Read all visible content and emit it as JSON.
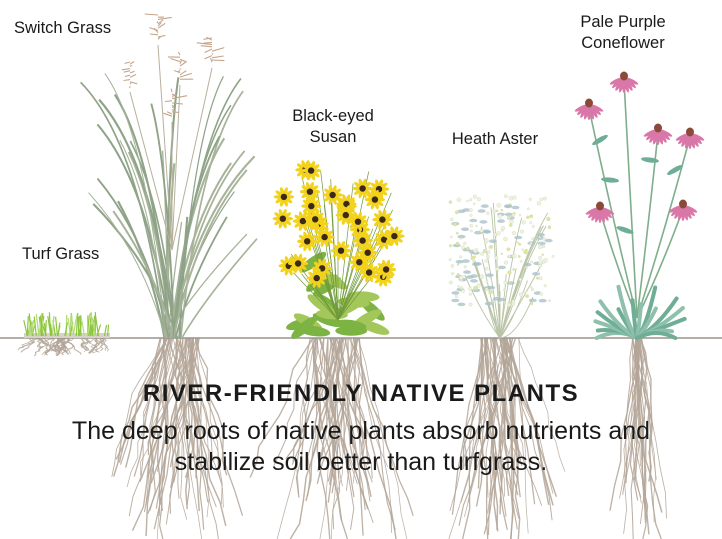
{
  "labels": {
    "switch_grass": "Switch Grass",
    "turf_grass": "Turf Grass",
    "black_eyed_susan": [
      "Black-eyed",
      "Susan"
    ],
    "heath_aster": "Heath Aster",
    "pale_purple_coneflower": [
      "Pale Purple",
      "Coneflower"
    ]
  },
  "title": "RIVER-FRIENDLY NATIVE PLANTS",
  "subtitle": "The deep roots of native plants absorb nutrients and stabilize soil better than turfgrass.",
  "colors": {
    "ground_line": "#9a948c",
    "roots": "#b3a597",
    "grass": "#a7b49a",
    "turf": "#8cc63f",
    "susan_petal": "#f2d21b",
    "susan_center": "#3b2a1a",
    "susan_leaf": "#7cb342",
    "aster_flower": "#eef3df",
    "aster_leaf": "#a9c2c8",
    "cone_petal": "#d978a8",
    "cone_leaf": "#6fae96",
    "seed_head": "#c4a58a"
  }
}
